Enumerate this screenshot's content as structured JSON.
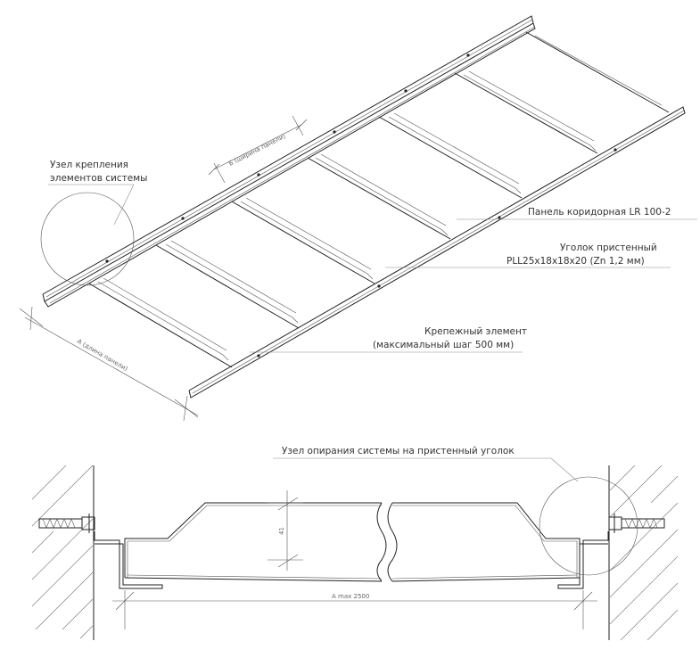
{
  "callouts": {
    "node_fix_line1": "Узел крепления",
    "node_fix_line2": "элементов системы",
    "panel": "Панель коридорная LR 100-2",
    "angle_line1": "Уголок пристенный",
    "angle_line2": "PLL25x18x18x20 (Zn 1,2 мм)",
    "fastener_line1": "Крепежный элемент",
    "fastener_line2": "(максимальный шаг 500 мм)",
    "support_node": "Узел опирания системы на пристенный уголок"
  },
  "dimensions": {
    "panel_width": "Б (ширина панели)",
    "panel_length": "А (длина панели)",
    "panel_height": "41",
    "span": "A max 2500"
  }
}
